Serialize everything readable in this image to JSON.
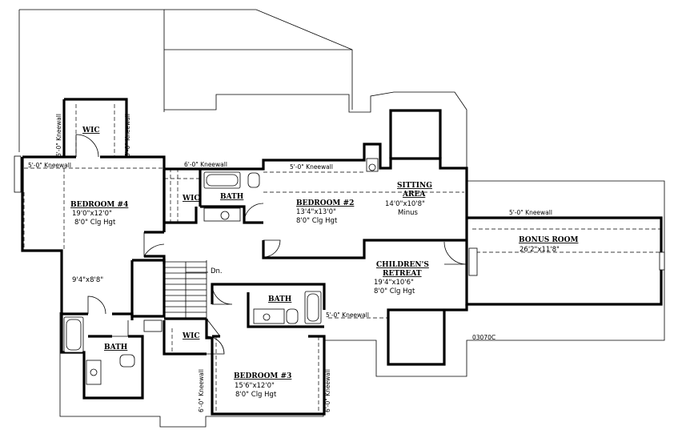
{
  "plan_code": "03070C",
  "rooms": {
    "bedroom4": {
      "name": "BEDROOM #4",
      "size": "19'0\"x12'0\"",
      "ceiling": "8'0\" Clg Hgt"
    },
    "bedroom2": {
      "name": "BEDROOM #2",
      "size": "13'4\"x13'0\"",
      "ceiling": "8'0\" Clg Hgt"
    },
    "sitting": {
      "name_line1": "SITTING",
      "name_line2": "AREA",
      "size": "14'0\"x10'8\"",
      "note": "Minus"
    },
    "bonus": {
      "name": "BONUS ROOM",
      "size": "26'2\"x11'8\""
    },
    "retreat": {
      "name_line1": "CHILDREN'S",
      "name_line2": "RETREAT",
      "size": "19'4\"x10'6\"",
      "ceiling": "8'0\" Clg Hgt"
    },
    "bedroom3": {
      "name": "BEDROOM #3",
      "size": "15'6\"x12'0\"",
      "ceiling": "8'0\" Clg Hgt"
    },
    "bath_top": "BATH",
    "bath_mid": "BATH",
    "bath_left": "BATH",
    "wic_top": "WIC",
    "wic_mid_top": "WIC",
    "wic_mid_bottom": "WIC",
    "hall_size": "9'4\"x8'8\"",
    "stairs_label": "Dn."
  },
  "kneewalls": {
    "left_top": "5'-0\" Kneewall",
    "center_top": "6'-0\" Kneewall",
    "bed2_top": "5'-0\" Kneewall",
    "bonus_top": "5'-0\" Kneewall",
    "retreat_right": "5'-0\" Kneewall",
    "wic_left": "6'-0\" Kneewall",
    "wic_right": "6'-0\" Kneewall",
    "bed3_left": "6'-0\" Kneewall",
    "bed3_right": "6'-0\" Kneewall"
  }
}
